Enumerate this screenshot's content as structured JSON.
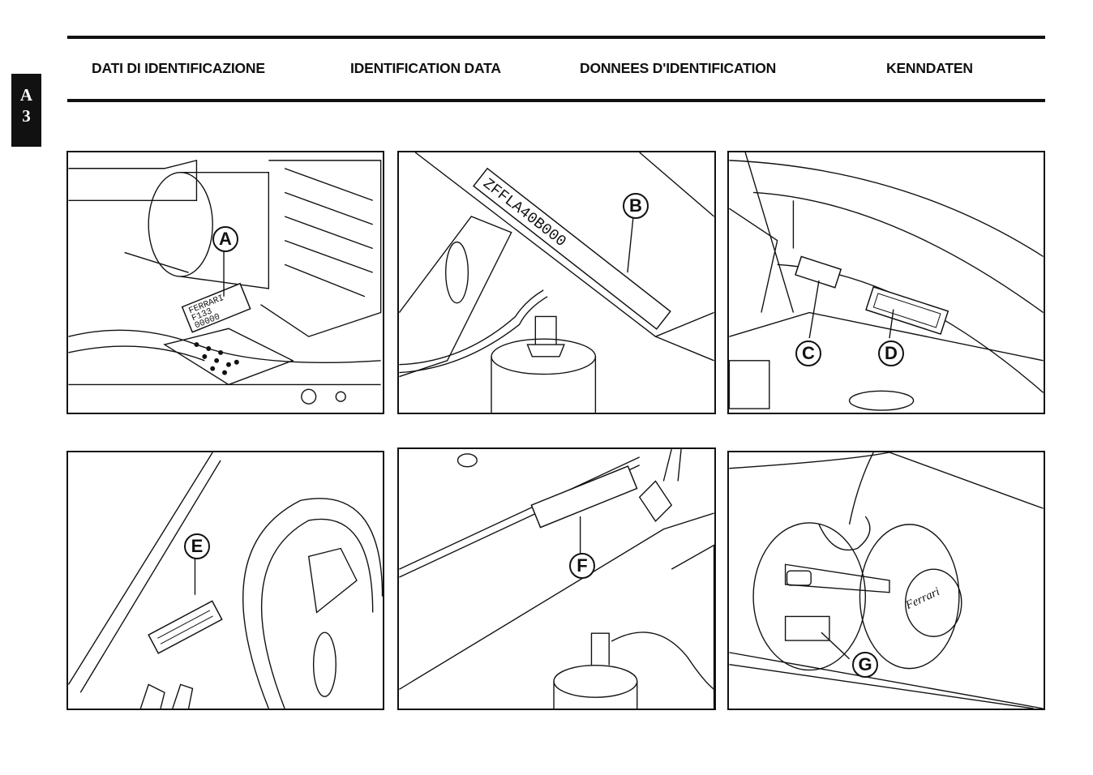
{
  "header": {
    "headings": [
      "DATI DI IDENTIFICAZIONE",
      "IDENTIFICATION DATA",
      "DONNEES D'IDENTIFICATION",
      "KENNDATEN"
    ]
  },
  "section_tab": {
    "letter": "A",
    "number": "3"
  },
  "panels": [
    {
      "callouts": [
        "A"
      ],
      "plate_lines": [
        "FERRARI",
        "F133",
        "00000"
      ]
    },
    {
      "callouts": [
        "B"
      ],
      "plate_lines": [
        "ZFFLA40B000"
      ]
    },
    {
      "callouts": [
        "C",
        "D"
      ]
    },
    {
      "callouts": [
        "E"
      ]
    },
    {
      "callouts": [
        "F"
      ]
    },
    {
      "callouts": [
        "G"
      ],
      "badge": "Ferrari"
    }
  ]
}
